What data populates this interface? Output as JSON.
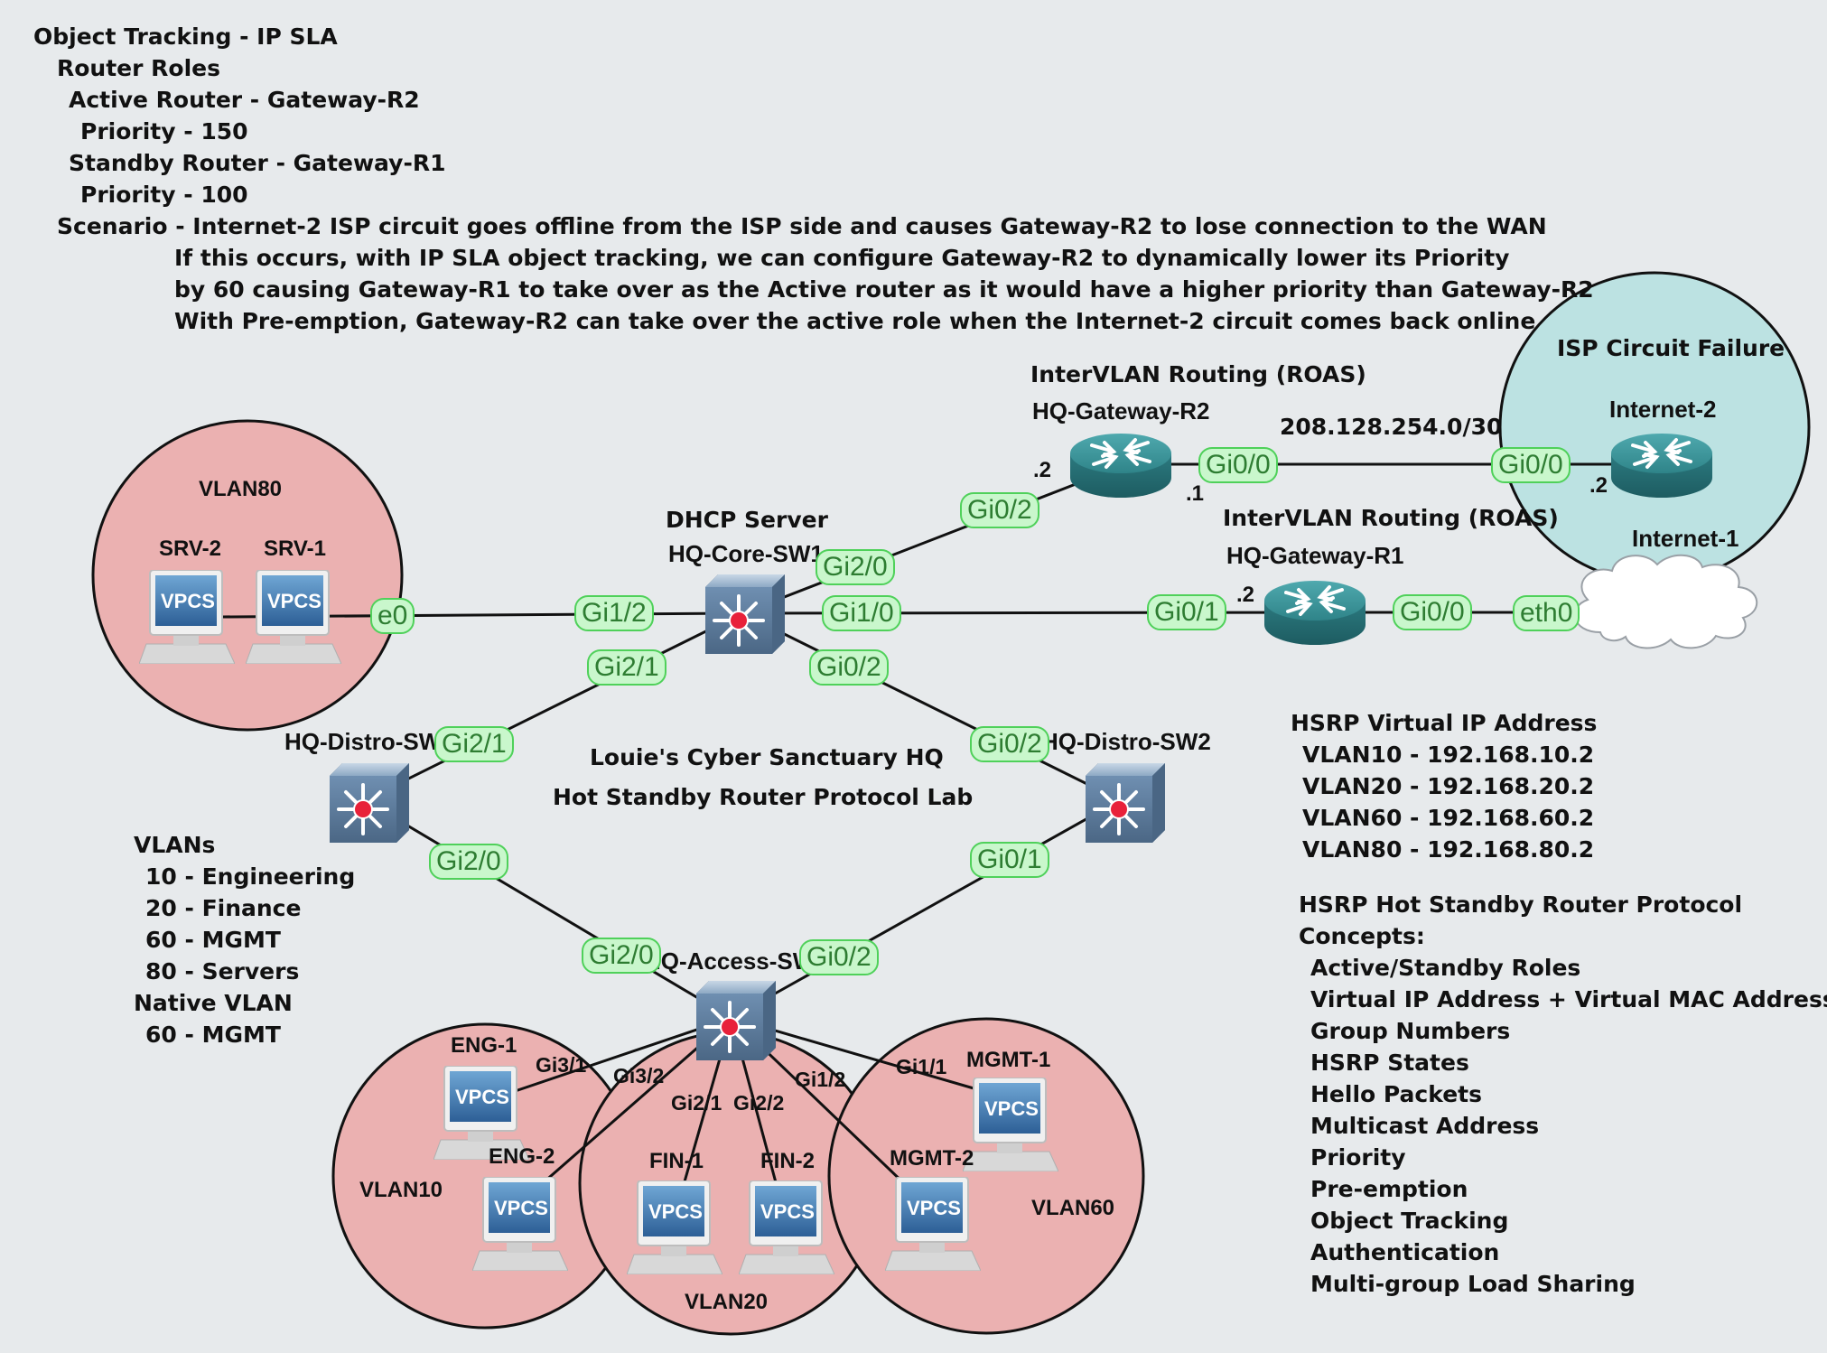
{
  "notes": {
    "title": "Object Tracking - IP SLA",
    "router_roles": "Router Roles",
    "active_router": "Active Router - Gateway-R2",
    "active_priority": "Priority - 150",
    "standby_router": "Standby Router - Gateway-R1",
    "standby_priority": "Priority - 100",
    "scenario_1": "Scenario - Internet-2 ISP circuit goes offline from the ISP side and causes Gateway-R2 to lose connection to the WAN",
    "scenario_2": "If this occurs, with IP SLA object tracking, we can configure Gateway-R2 to dynamically lower its Priority",
    "scenario_3": "by 60 causing Gateway-R1 to take over as the Active router as it would have a higher priority than Gateway-R2",
    "scenario_4": "With Pre-emption, Gateway-R2 can take over the active role when the Internet-2 circuit comes back online"
  },
  "lab": {
    "title": "Louie's Cyber Sanctuary HQ",
    "subtitle": "Hot Standby Router Protocol Lab"
  },
  "vlans_note": {
    "heading": "VLANs",
    "items": [
      "10 - Engineering",
      "20 - Finance",
      "60 - MGMT",
      "80 - Servers"
    ],
    "native_heading": "Native VLAN",
    "native_value": "60 - MGMT"
  },
  "hsrp_vip": {
    "heading": "HSRP Virtual IP Address",
    "items": [
      "VLAN10 - 192.168.10.2",
      "VLAN20 - 192.168.20.2",
      "VLAN60 - 192.168.60.2",
      "VLAN80 - 192.168.80.2"
    ]
  },
  "hsrp_concepts": {
    "heading_1": "HSRP Hot Standby Router Protocol",
    "heading_2": "Concepts:",
    "items": [
      "Active/Standby Roles",
      "Virtual IP Address + Virtual MAC Address",
      "Group Numbers",
      "HSRP States",
      "Hello Packets",
      "Multicast Address",
      "Priority",
      "Pre-emption",
      "Object Tracking",
      "Authentication",
      "Multi-group Load Sharing"
    ]
  },
  "zones": {
    "vlan80": "VLAN80",
    "vlan10": "VLAN10",
    "vlan20": "VLAN20",
    "vlan60": "VLAN60",
    "isp_failure": "ISP Circuit Failure"
  },
  "devices": {
    "srv2": "SRV-2",
    "srv1": "SRV-1",
    "core_role": "DHCP Server",
    "core": "HQ-Core-SW1",
    "r2_role": "InterVLAN Routing (ROAS)",
    "r2": "HQ-Gateway-R2",
    "r1_role": "InterVLAN Routing (ROAS)",
    "r1": "HQ-Gateway-R1",
    "inet2": "Internet-2",
    "inet1": "Internet-1",
    "distro1": "HQ-Distro-SW1",
    "distro2": "HQ-Distro-SW2",
    "access": "HQ-Access-SW1",
    "eng1": "ENG-1",
    "eng2": "ENG-2",
    "fin1": "FIN-1",
    "fin2": "FIN-2",
    "mgmt1": "MGMT-1",
    "mgmt2": "MGMT-2",
    "vpcs": "VPCS"
  },
  "addressing": {
    "wan_subnet": "208.128.254.0/30",
    "r2_inside": ".2",
    "r2_wan": ".1",
    "inet2_wan": ".2",
    "r1_inside": ".2"
  },
  "ports": {
    "srv_e0": "e0",
    "core_gi1_2": "Gi1/2",
    "core_gi2_0": "Gi2/0",
    "core_gi1_0": "Gi1/0",
    "core_gi2_1": "Gi2/1",
    "core_gi0_2": "Gi0/2",
    "r2_gi0_2": "Gi0/2",
    "r2_gi0_0": "Gi0/0",
    "inet2_gi0_0": "Gi0/0",
    "r1_gi0_1": "Gi0/1",
    "r1_gi0_0": "Gi0/0",
    "inet1_eth": "eth0",
    "d1_gi2_1": "Gi2/1",
    "d1_gi2_0": "Gi2/0",
    "d2_gi0_2": "Gi0/2",
    "d2_gi0_1": "Gi0/1",
    "acc_gi2_0": "Gi2/0",
    "acc_gi0_2": "Gi0/2",
    "acc_gi3_1": "Gi3/1",
    "acc_gi3_2": "Gi3/2",
    "acc_gi2_1": "Gi2/1",
    "acc_gi2_2": "Gi2/2",
    "acc_gi1_2": "Gi1/2",
    "acc_gi1_1": "Gi1/1"
  },
  "colors": {
    "background": "#e7eaec",
    "vlan_zone": "#ebb1b1",
    "isp_zone": "#bce2e2",
    "port_fill": "#c9f7cc",
    "port_border": "#4fd15a",
    "port_text": "#2e7d32",
    "router": "#2f8a8f",
    "switch": "#5d7f9f"
  }
}
